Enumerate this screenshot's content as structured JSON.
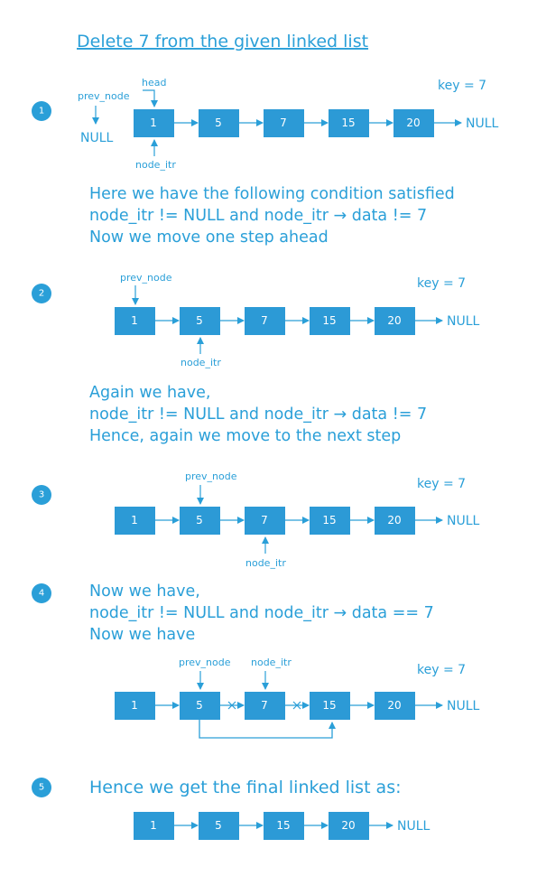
{
  "title": "Delete 7 from the given linked list",
  "key_label": "key = 7",
  "null_label": "NULL",
  "pointers": {
    "head": "head",
    "prev_node": "prev_node",
    "node_itr": "node_itr"
  },
  "steps": [
    {
      "number": "1",
      "nodes": [
        "1",
        "5",
        "7",
        "15",
        "20"
      ],
      "text": [
        "Here we have the following condition satisfied",
        "node_itr != NULL  and  node_itr → data != 7",
        "Now we move one step ahead"
      ]
    },
    {
      "number": "2",
      "nodes": [
        "1",
        "5",
        "7",
        "15",
        "20"
      ],
      "text": [
        "Again we have,",
        "node_itr != NULL  and  node_itr → data != 7",
        "Hence, again we move to the next step"
      ]
    },
    {
      "number": "3",
      "nodes": [
        "1",
        "5",
        "7",
        "15",
        "20"
      ],
      "text": []
    },
    {
      "number": "4",
      "nodes": [
        "1",
        "5",
        "7",
        "15",
        "20"
      ],
      "text": [
        "Now we have,",
        "node_itr != NULL  and  node_itr → data == 7",
        "Now we have"
      ]
    },
    {
      "number": "5",
      "nodes": [
        "1",
        "5",
        "15",
        "20"
      ],
      "text": [
        "Hence we get the final linked list as:"
      ]
    }
  ],
  "colors": {
    "accent": "#2a9fd8",
    "node_fill": "#2c9ad6",
    "node_text": "#ffffff"
  }
}
